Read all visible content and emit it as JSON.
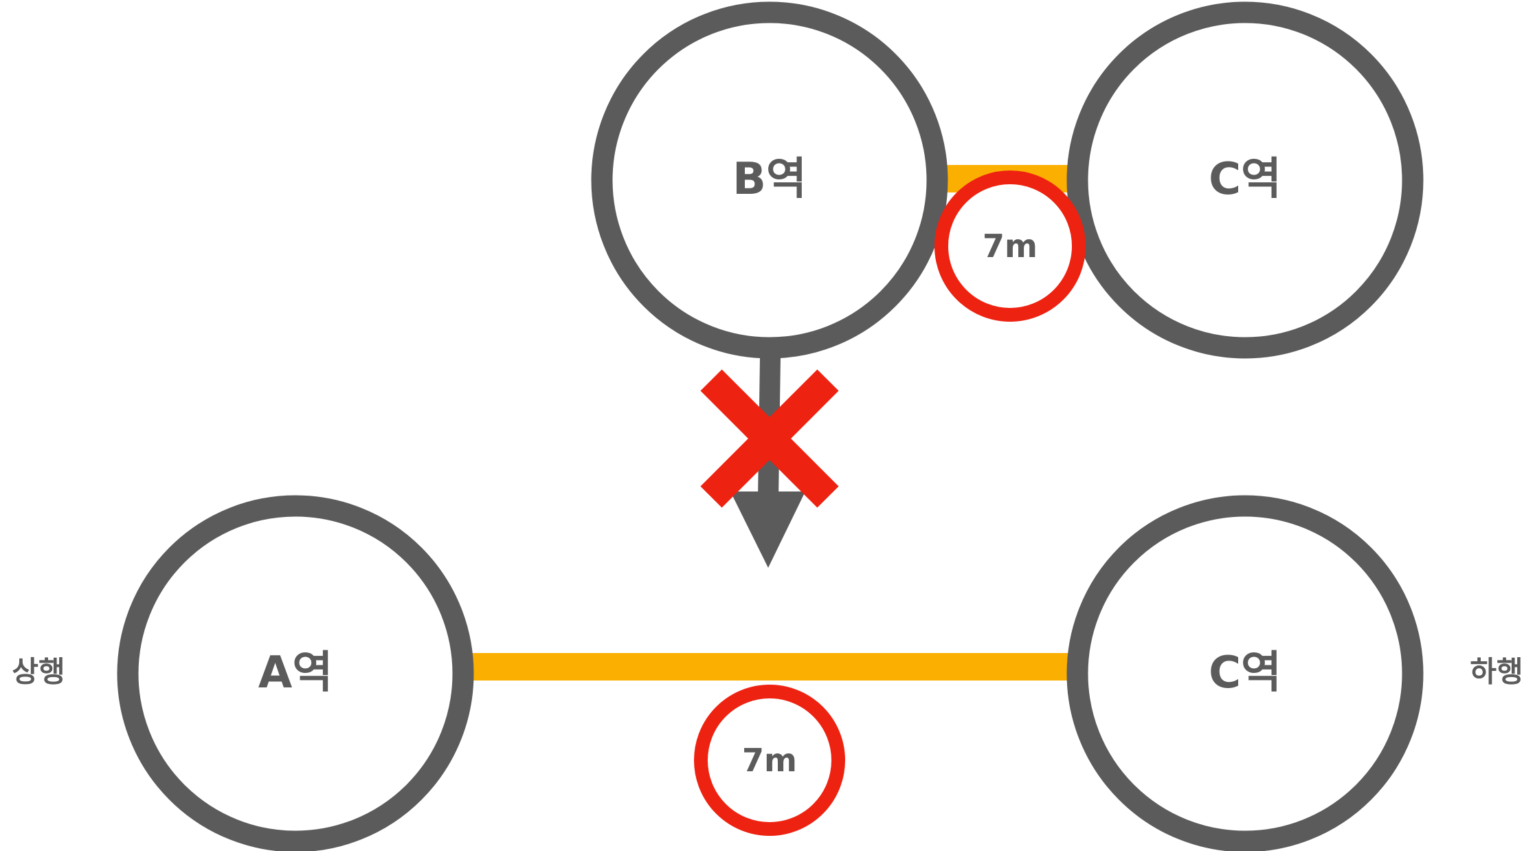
{
  "colors": {
    "station_stroke": "#5b5b5b",
    "station_fill": "#ffffff",
    "track": "#fbaf00",
    "marker": "#ee2211",
    "text": "#5b5b5b"
  },
  "directions": {
    "left": "상행",
    "right": "하행"
  },
  "stations": {
    "a": "A역",
    "b": "B역",
    "c_top": "C역",
    "c_bottom": "C역"
  },
  "distances": {
    "top": "7m",
    "bottom": "7m"
  },
  "icons": {
    "arrow": "arrow-down-icon",
    "cross": "cross-x-icon"
  }
}
